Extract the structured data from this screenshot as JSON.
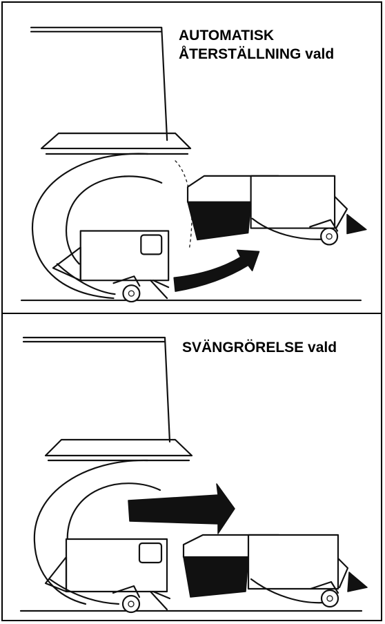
{
  "panels": [
    {
      "caption_lines": [
        "AUTOMATISK",
        "ÅTERSTÄLLNING vald"
      ],
      "arrow_icon": "curved-arrow-up-right"
    },
    {
      "caption_lines": [
        "SVÄNGRÖRELSE vald"
      ],
      "arrow_icon": "straight-arrow-right"
    }
  ]
}
